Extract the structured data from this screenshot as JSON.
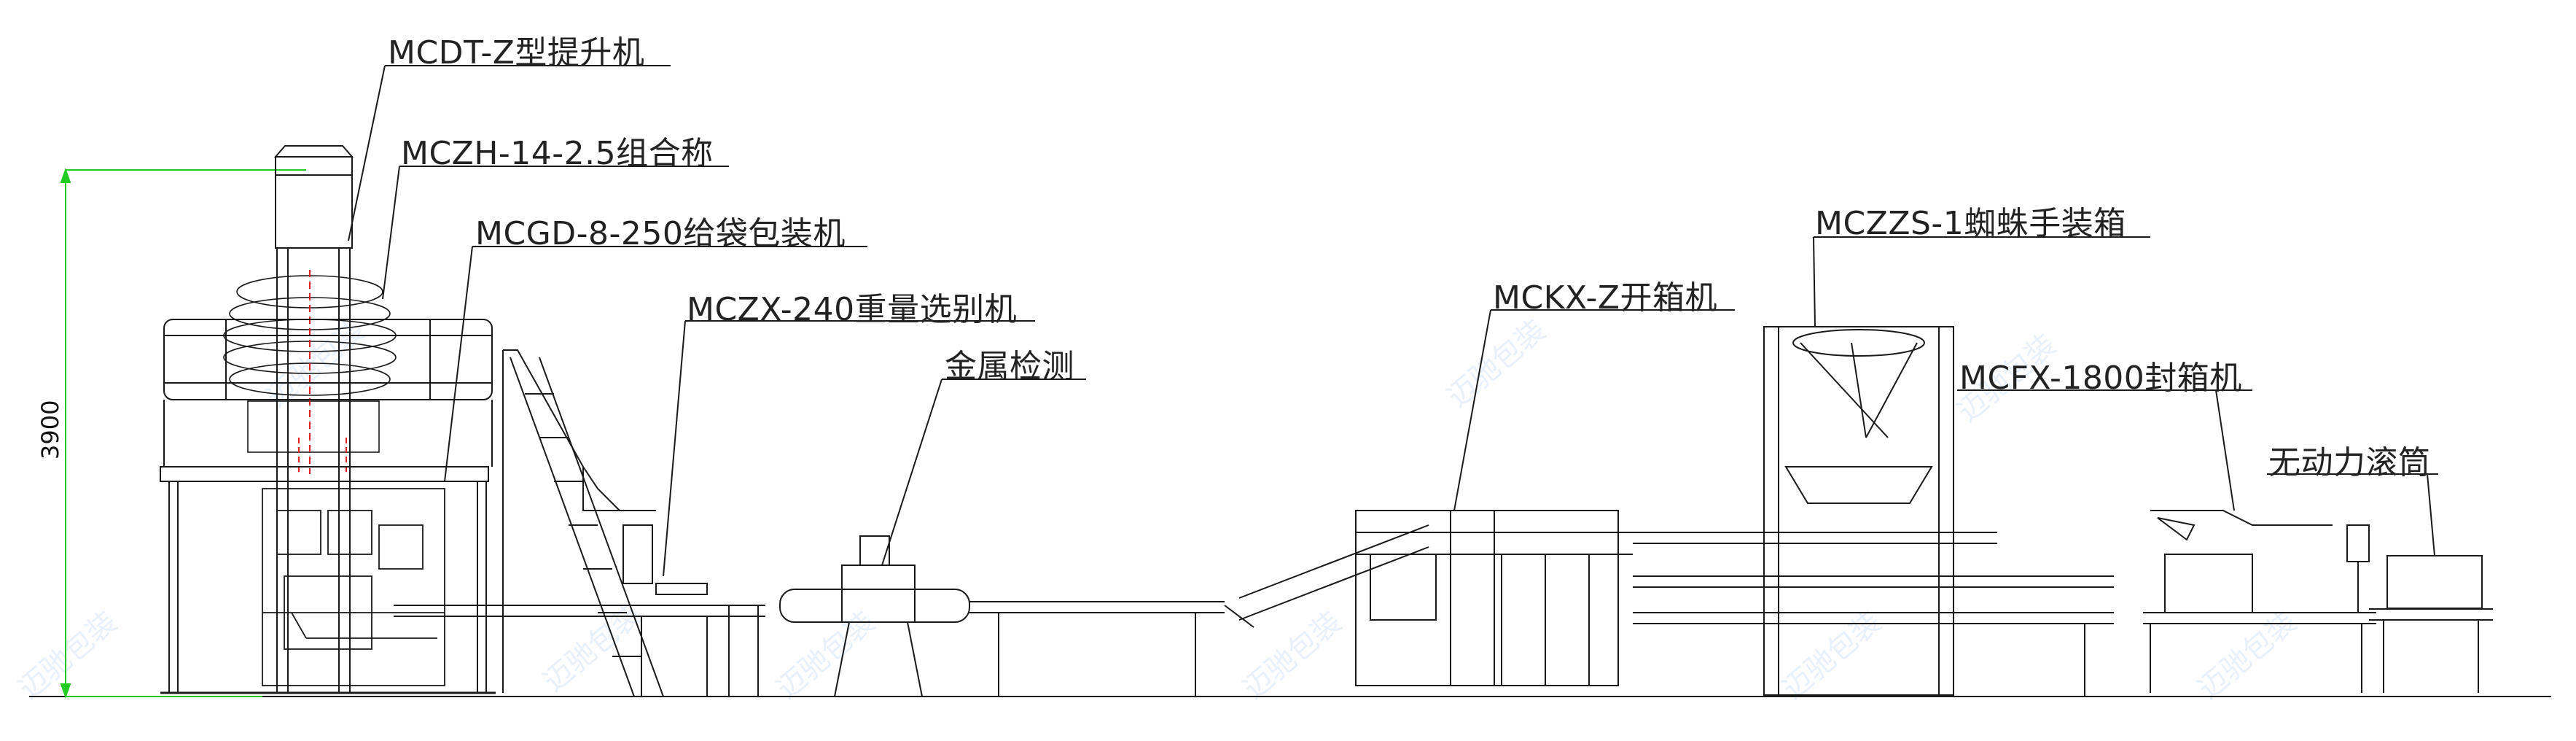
{
  "dimension": {
    "height_label": "3900"
  },
  "machines": [
    {
      "id": "elevator",
      "label": "MCDT-Z型提升机"
    },
    {
      "id": "combination-scale",
      "label": "MCZH-14-2.5组合称"
    },
    {
      "id": "bagging-machine",
      "label": "MCGD-8-250给袋包装机"
    },
    {
      "id": "checkweigher",
      "label": "MCZX-240重量选别机"
    },
    {
      "id": "metal-detector",
      "label": "金属检测"
    },
    {
      "id": "case-erector",
      "label": "MCKX-Z开箱机"
    },
    {
      "id": "spider-case-packer",
      "label": "MCZZS-1蜘蛛手装箱"
    },
    {
      "id": "case-sealer",
      "label": "MCFX-1800封箱机"
    },
    {
      "id": "roller-conveyor",
      "label": "无动力滚筒"
    }
  ],
  "watermark": {
    "text": "迈驰包装",
    "color": "#cfe0f5"
  },
  "colors": {
    "line": "#1a1a1a",
    "dimension": "#22cc22",
    "accent_red": "#e02020",
    "label_text": "#222222"
  }
}
